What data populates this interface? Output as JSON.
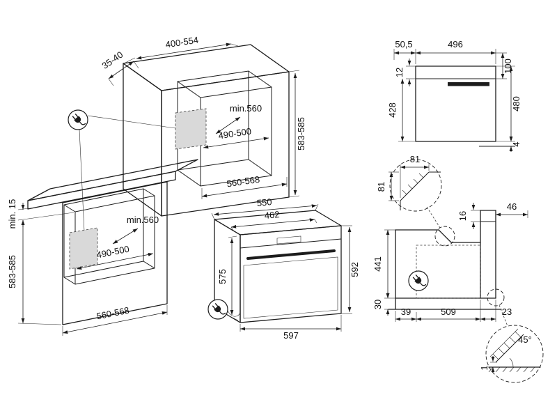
{
  "colors": {
    "line": "#1c1c1c",
    "shade": "#d9d9d9",
    "background": "#ffffff"
  },
  "icons": {
    "power_plug": "power-plug-icon"
  },
  "drawings": {
    "column": {
      "top_width": "400-554",
      "wall_clearance": "35-40",
      "niche_height": "583-585",
      "niche_depth": "min.560",
      "inner_width": "490-500",
      "niche_width": "560-568"
    },
    "undercounter": {
      "top_clearance": "min. 15",
      "niche_height": "583-585",
      "niche_depth": "min.560",
      "inner_width": "490-500",
      "niche_width": "560-568"
    },
    "oven": {
      "depth_with_door": "550",
      "body_depth": "462",
      "rear_height": "575",
      "front_height": "592",
      "width": "597"
    },
    "top_view": {
      "side_offset": "50,5",
      "cavity_width": "496",
      "top_depth": "100",
      "top_gap": "12",
      "depth_left": "428",
      "depth_right": "480",
      "bottom_gap": "4"
    },
    "corner_detail": {
      "horizontal_leg": "81",
      "vertical_leg": "81"
    },
    "side_view": {
      "front_gap": "16",
      "front_clearance": "46",
      "niche_height": "441",
      "plinth_height": "30",
      "rear_gap": "39",
      "depth": "509",
      "door_projection": "23"
    },
    "chamfer_detail": {
      "angle": "45°",
      "floor_clearance": "1"
    }
  }
}
